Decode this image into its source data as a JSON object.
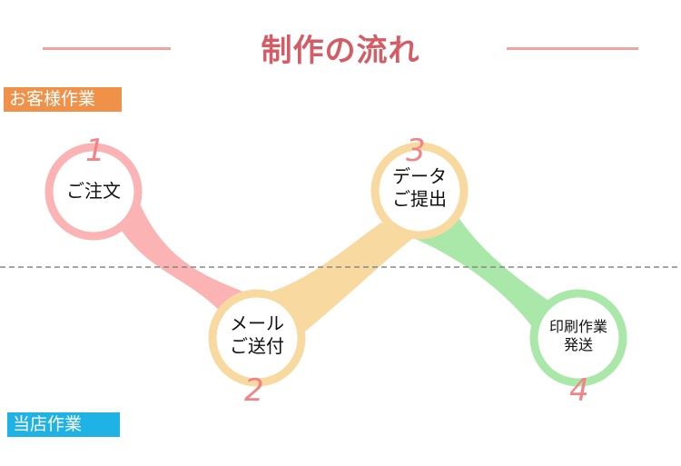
{
  "header": {
    "title": "制作の流れ"
  },
  "lanes": {
    "customer": "お客様作業",
    "shop": "当店作業"
  },
  "steps": [
    {
      "number": "1",
      "line1": "ご注文",
      "line2": "",
      "color": "#fbb3b3"
    },
    {
      "number": "2",
      "line1": "メール",
      "line2": "ご送付",
      "color": "#f8d9a0"
    },
    {
      "number": "3",
      "line1": "データ",
      "line2": "ご提出",
      "color": "#f8d9a0"
    },
    {
      "number": "4",
      "line1": "印刷作業",
      "line2": "発送",
      "color": "#a9e8a8"
    }
  ],
  "colors": {
    "title": "#d45c64",
    "customer_tag": "#f0914a",
    "shop_tag": "#1fb3e5",
    "pink": "#fbb3b3",
    "yellow": "#f8d9a0",
    "green": "#a9e8a8",
    "number": "#f08589"
  }
}
